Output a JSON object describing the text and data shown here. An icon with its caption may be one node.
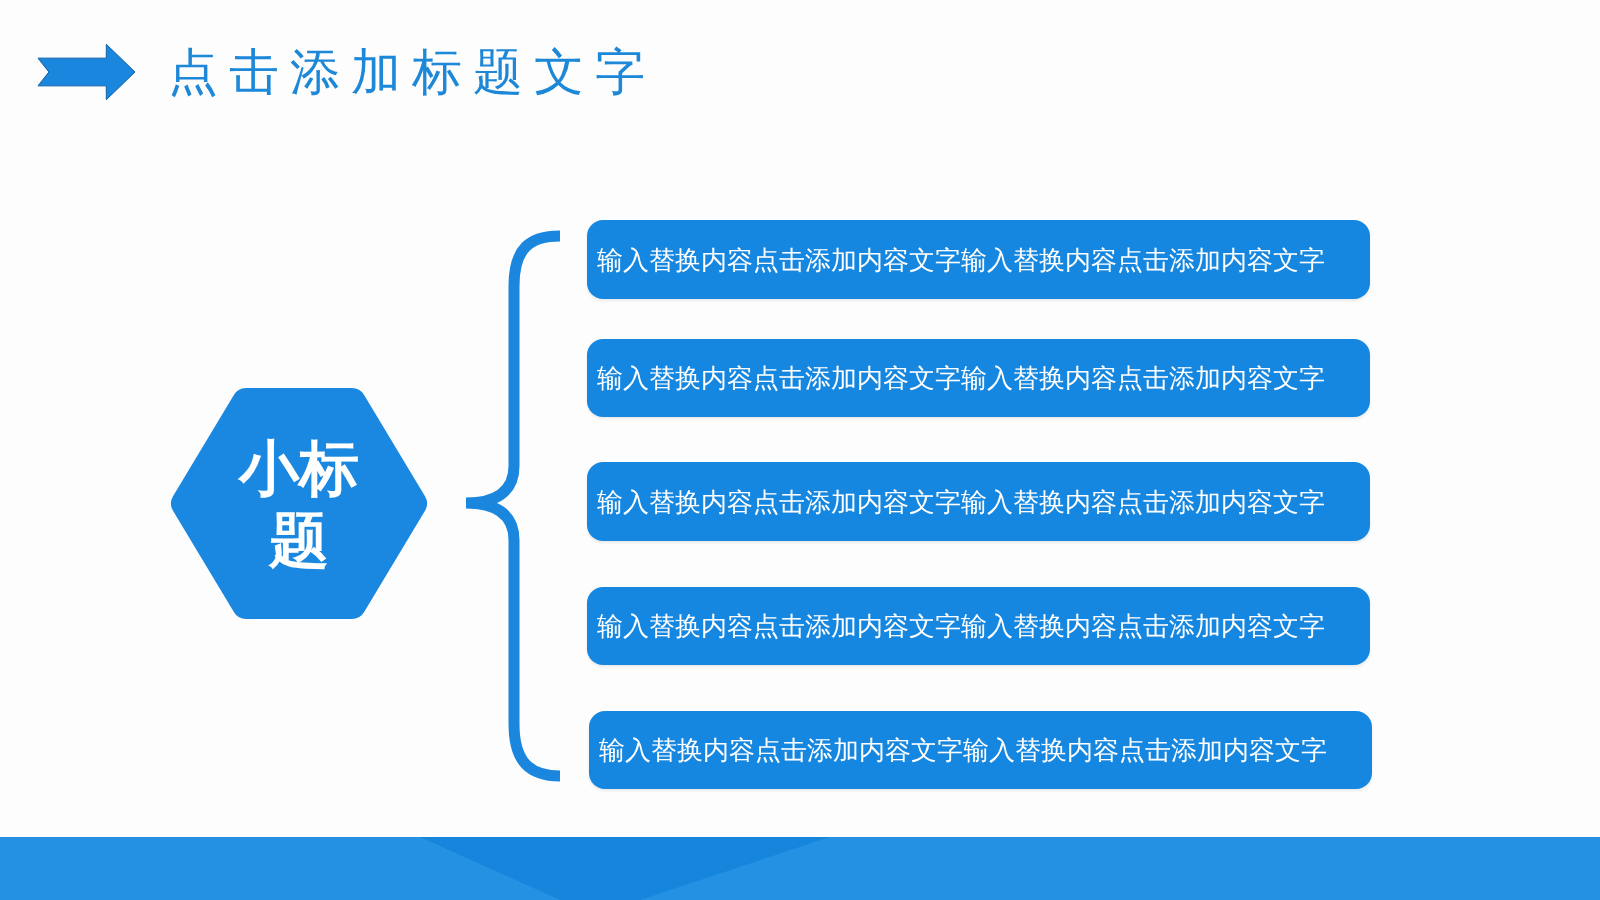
{
  "diagram": {
    "title": "点击添加标题文字",
    "nodes": [
      {
        "text": [
          "小标题"
        ]
      },
      {
        "text": [
          "输入替换内容点击添加内容文字输入替换内容点击添加内容文字"
        ]
      },
      {
        "text": [
          "输入替换内容点击添加内容文字输入替换内容点击添加内容文字"
        ]
      },
      {
        "text": [
          "输入替换内容点击添加内容文字输入替换内容点击添加内容文字"
        ]
      },
      {
        "text": [
          "输入替换内容点击添加内容文字输入替换内容点击添加内容文字"
        ]
      },
      {
        "text": [
          "输入替换内容点击添加内容文字输入替换内容点击添加内容文字"
        ]
      }
    ]
  }
}
